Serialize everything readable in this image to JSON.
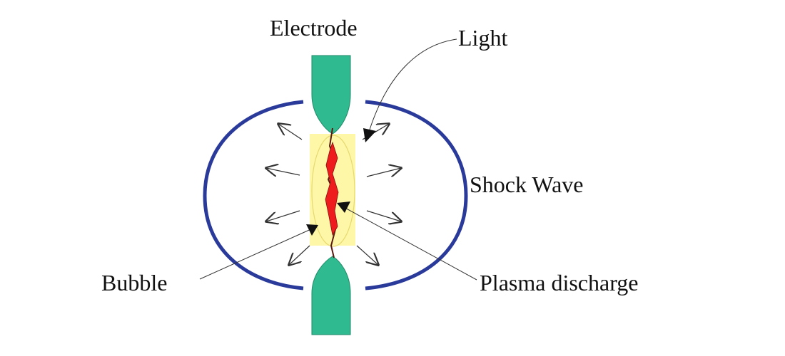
{
  "labels": {
    "electrode": "Electrode",
    "light": "Light",
    "shock_wave": "Shock Wave",
    "bubble": "Bubble",
    "plasma": "Plasma discharge"
  },
  "colors": {
    "electrode": "#2fbb8f",
    "electrode_stroke": "#1f8a68",
    "shock_wave": "#2a3a9a",
    "light_glow": "#fff7a8",
    "light_stroke": "#e6d970",
    "plasma": "#ee1c1c",
    "spark": "#5a1a10",
    "arrow": "#333333",
    "text": "#111111"
  }
}
